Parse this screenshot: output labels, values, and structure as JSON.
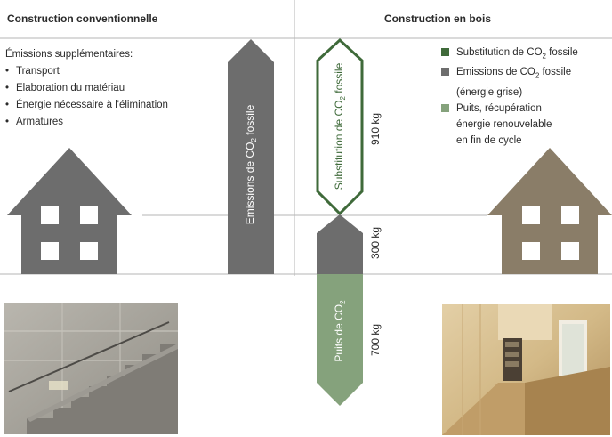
{
  "headers": {
    "left": "Construction conventionnelle",
    "right": "Construction en bois"
  },
  "left_list": {
    "title": "Émissions supplémentaires:",
    "items": [
      "Transport",
      "Elaboration du matériau",
      "Énergie nécessaire à l'élimination",
      "Armatures"
    ]
  },
  "legend": [
    {
      "label_line1_pre": "Substitution de CO",
      "sub": "2",
      "label_line1_post": " fossile",
      "extra_lines": [],
      "color": "#3f6a3a"
    },
    {
      "label_line1_pre": "Emissions de CO",
      "sub": "2",
      "label_line1_post": " fossile",
      "extra_lines": [
        "(énergie grise)"
      ],
      "color": "#6d6d6d"
    },
    {
      "label_line1_pre": "Puits, récupération",
      "sub": "",
      "label_line1_post": "",
      "extra_lines": [
        "énergie renouvelable",
        "en fin de cycle"
      ],
      "color": "#85a27c"
    }
  ],
  "arrows": {
    "emissions_conv": {
      "pre": "Emissions de CO",
      "sub": "2",
      "post": " fossile",
      "color": "#6d6d6d"
    },
    "substitution": {
      "pre": "Substitution de CO",
      "sub": "2",
      "post": " fossile",
      "color": "#3f6a3a"
    },
    "emissions_bois": {
      "color": "#6d6d6d"
    },
    "puits": {
      "pre": "Puits de CO",
      "sub": "2",
      "post": "",
      "color": "#85a27c"
    }
  },
  "values": {
    "substitution": "910 kg",
    "emissions": "300 kg",
    "puits": "700 kg"
  },
  "colors": {
    "house_left": "#6d6d6d",
    "house_right": "#8a7d68",
    "lines": "#b5b5b5"
  }
}
